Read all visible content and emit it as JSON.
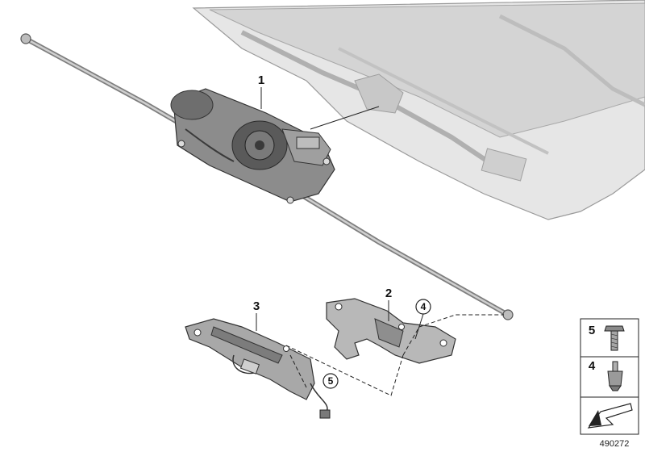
{
  "diagram": {
    "callouts": {
      "part_1": "1",
      "part_2": "2",
      "part_3": "3",
      "part_4": "4",
      "part_5": "5"
    },
    "legend": {
      "item_5": "5",
      "item_4": "4"
    },
    "diagram_id": "490272"
  },
  "colors": {
    "line": "#222222",
    "roof_fill": "#e6e6e6",
    "part_fill": "#8c8c8c",
    "part_dark": "#4a4a4a",
    "cable": "#9a9a9a"
  }
}
